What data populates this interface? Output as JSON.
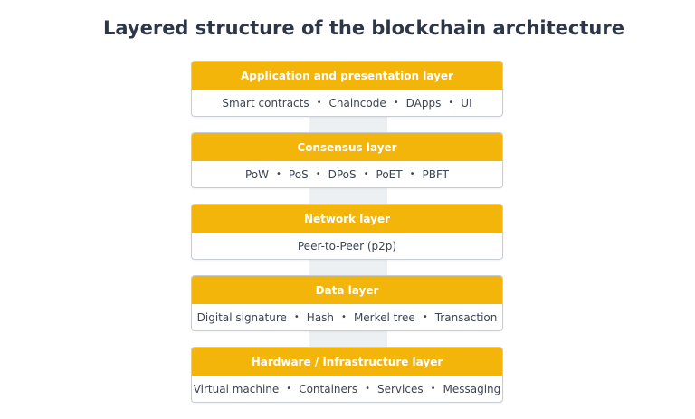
{
  "title": "Layered structure of the blockchain architecture",
  "layers": [
    {
      "name": "Application and presentation layer",
      "items": [
        "Smart contracts",
        "Chaincode",
        "DApps",
        "UI"
      ]
    },
    {
      "name": "Consensus layer",
      "items": [
        "PoW",
        "PoS",
        "DPoS",
        "PoET",
        "PBFT"
      ]
    },
    {
      "name": "Network layer",
      "items": [
        "Peer-to-Peer (p2p)"
      ]
    },
    {
      "name": "Data layer",
      "items": [
        "Digital signature",
        "Hash",
        "Merkel tree",
        "Transaction"
      ]
    },
    {
      "name": "Hardware / Infrastructure layer",
      "items": [
        "Virtual machine",
        "Containers",
        "Services",
        "Messaging"
      ]
    }
  ],
  "colors": {
    "header": "#f4b50a",
    "spine": "#edf0f2",
    "title": "#2d3748"
  }
}
